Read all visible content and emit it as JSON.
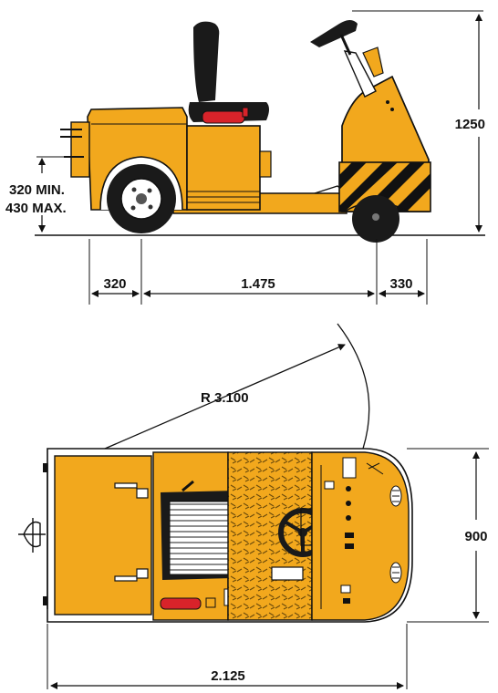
{
  "side_view": {
    "height_dim": "1250",
    "hitch_min": "320 MIN.",
    "hitch_max": "430 MAX.",
    "front_overhang": "320",
    "wheelbase": "1.475",
    "rear_overhang": "330"
  },
  "top_view": {
    "turning_radius": "R 3.100",
    "width_dim": "900",
    "length_dim": "2.125"
  },
  "colors": {
    "body": "#f2a81d",
    "body_dark": "#d98f10",
    "outline": "#111111",
    "tire": "#1a1a1a",
    "extinguisher": "#d8232a",
    "stripe": "#111111"
  },
  "icons": [
    "steering-wheel-icon",
    "seat-icon",
    "fire-extinguisher-icon",
    "wheel-icon",
    "hitch-icon"
  ]
}
